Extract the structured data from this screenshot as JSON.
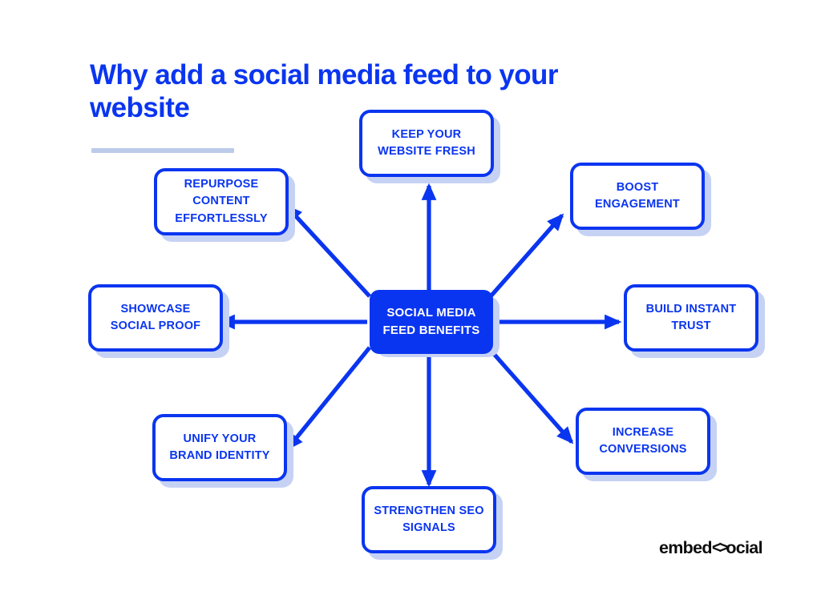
{
  "page": {
    "background": "#ffffff",
    "accent_color": "#0A35F0",
    "shadow_color": "#C6D2F4",
    "rule_color": "#BCCBEA"
  },
  "header": {
    "title": "Why add a social media feed to your website"
  },
  "diagram": {
    "type": "mind-map",
    "center": {
      "id": "center",
      "label": "SOCIAL MEDIA FEED BENEFITS",
      "line1": "SOCIAL MEDIA",
      "line2": "FEED BENEFITS"
    },
    "nodes": [
      {
        "id": "keep-your-website-fresh",
        "label": "KEEP YOUR WEBSITE FRESH",
        "line1": "KEEP YOUR",
        "line2": "WEBSITE FRESH",
        "line3": "",
        "position": "top",
        "arrow_direction": "up"
      },
      {
        "id": "boost-engagement",
        "label": "BOOST ENGAGEMENT",
        "line1": "BOOST",
        "line2": "ENGAGEMENT",
        "line3": "",
        "position": "top-right",
        "arrow_direction": "up-right"
      },
      {
        "id": "build-instant-trust",
        "label": "BUILD INSTANT TRUST",
        "line1": "BUILD INSTANT",
        "line2": "TRUST",
        "line3": "",
        "position": "right",
        "arrow_direction": "right"
      },
      {
        "id": "increase-conversions",
        "label": "INCREASE CONVERSIONS",
        "line1": "INCREASE",
        "line2": "CONVERSIONS",
        "line3": "",
        "position": "bottom-right",
        "arrow_direction": "down-right"
      },
      {
        "id": "strengthen-seo-signals",
        "label": "STRENGTHEN SEO SIGNALS",
        "line1": "STRENGTHEN SEO",
        "line2": "SIGNALS",
        "line3": "",
        "position": "bottom",
        "arrow_direction": "down"
      },
      {
        "id": "unify-your-brand-identity",
        "label": "UNIFY YOUR BRAND IDENTITY",
        "line1": "UNIFY YOUR",
        "line2": "BRAND IDENTITY",
        "line3": "",
        "position": "bottom-left",
        "arrow_direction": "down-left"
      },
      {
        "id": "showcase-social-proof",
        "label": "SHOWCASE SOCIAL PROOF",
        "line1": "SHOWCASE",
        "line2": "SOCIAL PROOF",
        "line3": "",
        "position": "left",
        "arrow_direction": "left"
      },
      {
        "id": "repurpose-content-effortlessly",
        "label": "REPURPOSE CONTENT EFFORTLESSLY",
        "line1": "REPURPOSE",
        "line2": "CONTENT",
        "line3": "EFFORTLESSLY",
        "position": "top-left",
        "arrow_direction": "up-left"
      }
    ]
  },
  "footer": {
    "logo_part1": "embed",
    "logo_icon": "code-chevron-icon",
    "logo_chevron": "<>",
    "logo_part2": "ocial",
    "logo_full": "embedsocial"
  }
}
